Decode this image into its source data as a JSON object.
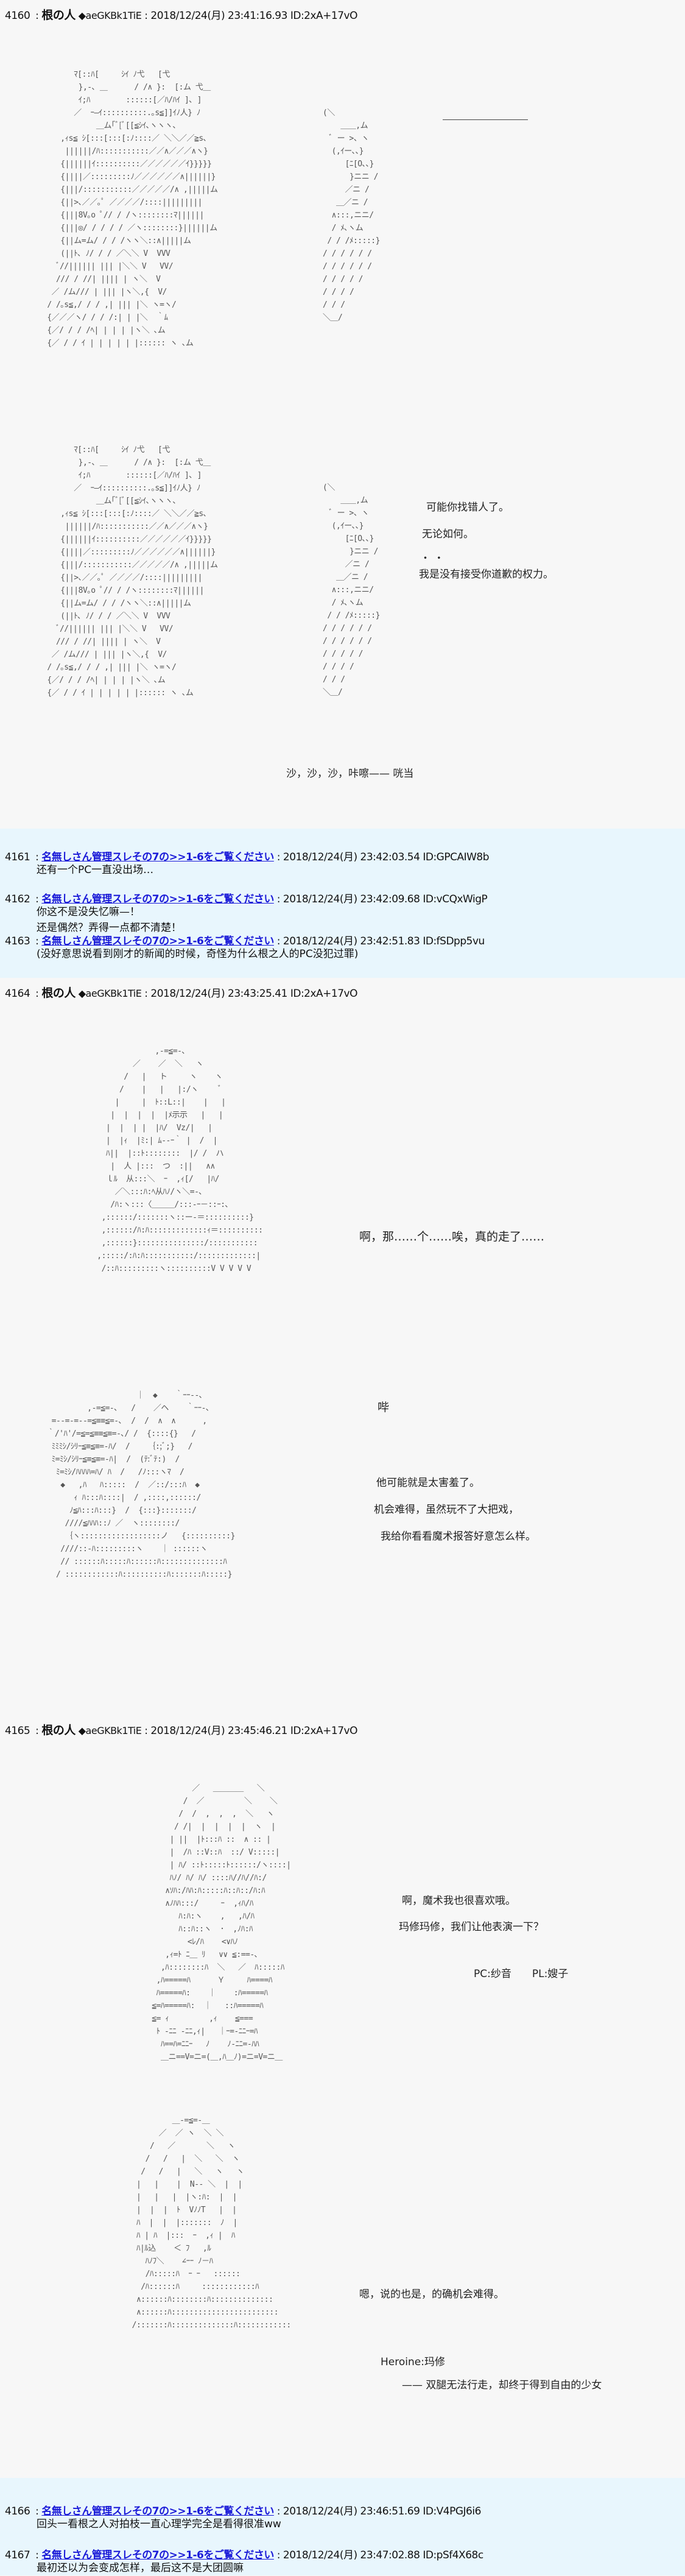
{
  "posts": [
    {
      "number": "4160",
      "author": "根の人",
      "trip": "◆aeGKBk1TiE",
      "datetime": "2018/12/24(月) 23:41:16.93",
      "id": "ID:2xA+17vO",
      "panels": [
        {
          "dialogue": [],
          "decor": "————————"
        },
        {
          "dialogue": [
            "可能你找错人了。",
            "无论如何。",
            "・ ・",
            "我是没有接受你道歉的权力。"
          ]
        },
        {
          "sfx": "沙，沙，沙，咔嚓—— 咣当"
        }
      ]
    },
    {
      "number": "4161",
      "author": "名無しさん管理スレその7の>>1-6をご覧ください",
      "datetime": "2018/12/24(月) 23:42:03.54",
      "id": "ID:GPCAIW8b",
      "lines": [
        "还有一个PC一直没出场…"
      ]
    },
    {
      "number": "4162",
      "author": "名無しさん管理スレその7の>>1-6をご覧ください",
      "datetime": "2018/12/24(月) 23:42:09.68",
      "id": "ID:vCQxWigP",
      "lines": [
        "你这不是没失忆嘛—！",
        "还是偶然？弄得一点都不清楚！"
      ]
    },
    {
      "number": "4163",
      "author": "名無しさん管理スレその7の>>1-6をご覧ください",
      "datetime": "2018/12/24(月) 23:42:51.83",
      "id": "ID:fSDpp5vu",
      "lines": [
        "(没好意思说看到刚才的新闻的时候，奇怪为什么根之人的PC没犯过罪)"
      ]
    },
    {
      "number": "4164",
      "author": "根の人",
      "trip": "◆aeGKBk1TiE",
      "datetime": "2018/12/24(月) 23:43:25.41",
      "id": "ID:2xA+17vO",
      "panels": [
        {
          "dialogue": [
            "啊，那……个……唉，真的走了……"
          ]
        },
        {
          "sfx": "哔",
          "dialogue": [
            "他可能就是太害羞了。",
            "机会难得，虽然玩不了大把戏，",
            "我给你看看魔术报答好意怎么样。"
          ]
        }
      ]
    },
    {
      "number": "4165",
      "author": "根の人",
      "trip": "◆aeGKBk1TiE",
      "datetime": "2018/12/24(月) 23:45:46.21",
      "id": "ID:2xA+17vO",
      "panels": [
        {
          "dialogue": [
            "啊，魔术我也很喜欢哦。",
            "玛修玛修，我们让他表演一下？"
          ],
          "credit": "PC:纱音　　PL:嫂子"
        },
        {
          "dialogue": [
            "嗯，说的也是，的确机会难得。"
          ],
          "credit": "Heroine:玛修",
          "subtitle": "—— 双腿无法行走，却终于得到自由的少女"
        }
      ]
    },
    {
      "number": "4166",
      "author": "名無しさん管理スレその7の>>1-6をご覧ください",
      "datetime": "2018/12/24(月) 23:46:51.69",
      "id": "ID:V4PGJ6i6",
      "lines": [
        "回头一看根之人对拍枝一直心理学完全是看得很准ww"
      ]
    },
    {
      "number": "4167",
      "author": "名無しさん管理スレその7の>>1-6をご覧ください",
      "datetime": "2018/12/24(月) 23:47:02.88",
      "id": "ID:pSf4X68c",
      "lines": [
        "最初还以为会变成怎样，最后这不是大团圆嘛"
      ]
    }
  ],
  "sep": " : ",
  "aa": {
    "a1": "       ﾏ[::ﾊ[     ｼｲ ﾉ弋   [弋\n        },-､ ＿      / /∧ }:  [:ム 弋＿\n        ｲ;ﾊ        ::::::[／ﾊ/ﾊｲ ]､ ]\n       ／  ｰ―ｲ::::::::::.｡s≦]]ｲﾉ人} ﾉ\n            ＿ム｢ﾞ[ﾞ[[≦ｼｲ､ヽヽヽ、\n    ,ｨs≦ ｼ[:::[:::[:ﾉ::::／ ＼＼／／≧s､\n     ||||||/ﾊ:::::::::::／／∧／／／∧ヽ}\n    {||||||ｲ::::::::::／／／／／／ｲ}}}}}\n    {||||／:::::::::ﾉ／／／／／／∧||||||}\n    {|||/:::::::::::／／／／／/∧ ,|||||ム\n    {||>､／／｡ﾟ ／／／／/::::|||||||||\n    {|||8V｡o ﾟ// / /ヽ::::::::ﾏ||||||\n    {|||◎/ / / / / ／ヽ::::::::}||||||ム\n    {||ム=ム/ / / /ヽヽ＼::∧|||||ム\n    (||ﾄ､ ﾉ/ / / ／＼＼ V  VVV\n   ﾞ//|||||| ||| |＼＼ V   VV/\n   /// / //| |||| | ヽ＼  V\n  ／ /ム/// | ||| |ヽ＼,{  V/\n / /｡s≦,/ / / ,| ||| |＼ ヽ=ヽ/\n {／／／ヽ/ / / /:| | |＼  ｀ﾑ\n {／/ / / /ﾍ| | | | |ヽ＼ ､ム\n {／ / / ｲ | | | | | |:::::: ヽ ､ム",
    "a1r": "(＼\n    ＿＿,ム\n  ﾞ ー >、ヽ\n  (,ｲー､､}\n     [ﾆ[O､､}\n      }ニニ /\n     ／ニ /\n   ＿／ニ /\n  ∧:::,ニニ/\n  / ﾒ､ヽム\n / / /ﾒ:::::}\n/ / / / / /\n/ / / / / /\n/ / / / /\n/ / / /\n/ / /\n＼＿/",
    "a2": "       ﾏ[::ﾊ[     ｼｲ ﾉ弋   [弋\n        },-､ ＿      / /∧ }:  [:ム 弋＿\n        ｲ;ﾊ        ::::::[／ﾊ/ﾊｲ ]､ ]\n       ／  ｰ―ｲ::::::::::.｡s≦]]ｲﾉ人} ﾉ\n            ＿ム｢ﾞ[ﾞ[[≦ｼｲ､ヽヽヽ、\n    ,ｨs≦ ｼ[:::[:::[:ﾉ::::／ ＼＼／／≧s､\n     ||||||/ﾊ:::::::::::／／∧／／／∧ヽ}\n    {||||||ｲ::::::::::／／／／／／ｲ}}}}}\n    {||||／:::::::::ﾉ／／／／／／∧||||||}\n    {|||/:::::::::::／／／／／/∧ ,|||||ム\n    {||>､／／｡ﾟ ／／／／/::::|||||||||\n    {|||8V｡o ﾟ// / /ヽ::::::::ﾏ||||||\n    {||ム=ム/ / / /ヽヽ＼::∧|||||ム\n    (||ﾄ､ ﾉ/ / / ／＼＼ V  VVV\n   ﾞ//|||||| ||| |＼＼ V   VV/\n   /// / //| |||| | ヽ＼  V\n  ／ /ム/// | ||| |ヽ＼,{  V/\n / /｡s≦,/ / / ,| ||| |＼ ヽ=ヽ/\n {／/ / / /ﾍ| | | | |ヽ＼ ､ム\n {／ / / ｲ | | | | | |:::::: ヽ ､ム",
    "a3": "                 ,-=≦=-､\n            ／    ／  ＼   ヽ\n          /   |   ト     ヽ    ヽ\n         /    |   |   |:/ヽ     ﾞ\n        |     |  ﾄ::L::|    |   |\n       |  |  |  |  |ﾒ示示   |   |\n      |  |  | |  |ﾊ/  Vz/|   |\n      |  |ｨ  |ﾐ:| ﾑ--ｰ｀ |  /  |\n      ﾊ||  |::ﾄ::::::::  |/ /  ハ\n       |  人 |:::  つ  :||   ∧∧\n      ｌﾙ  从:::＼  ｰ  ,ｨ[/   |ﾊ/\n        ／＼:::ﾊ:ﾍ从ﾊﾉ/ヽ＼=-､\n       /ﾊ:ヽ:::〈＿＿＿/:::-ｰ－::ｰ:､\n     ,::::::/:::::::ヽ::ー-＝::::::::::}\n     ,::::::/ﾊ:ﾊ:::::::::::::ｨ＝::::::::::\n     ,::::::}:::::::::::::::/:::::::::::\n    ,:::::/:ﾊ:ﾊ:::::::::::/:::::::::::::|\n     /::ﾊ:::::::::ヽ::::::::::V V V V V",
    "a4": "                     ｜  ◆    ｀ｰｰ--､\n          ,-=≦=-､   /    ／ヘ    ｀ｰｰ-､\n  =--=-=--=≦≡≡≦=-､  /  /  ∧  ∧      ,\n ｀/'ﾊ'/=≦=≦≡≡≦≡=-､/ /  {::::{}   /\n  ﾐﾐﾐｼ/ｼﾘｰ≦≡≦≡=-ﾊ/  /    ｛:;ﾞ;}   /\n  ﾐ=ﾐｼ/ｼﾘｰ≦≡≦≡=-ﾊ|  /  (ﾃ:ﾞﾃ:)  /\n   ﾐ=ﾐｼ/ﾊﾊﾊﾊ=ﾊ/ ﾊ  /   /ﾉ:::ヽﾏ  /\n    ◆   ,ﾊ   ﾊ:::::  /  ／::/:::ﾊ  ◆\n       ｨ ﾊ:::ﾊ::::|  / ,::::,::::::/\n      ﾉ≦ﾊ:::ﾊ:::}  /  {:::}:::::::/\n     ////≦ﾊﾊﾊ::ﾉ ／  ヽ::::::::/\n     ｛ヽ::::::::::::::::::ノ   {::::::::::}\n    ////::-ﾊ:::::::::ヽ    ｜ ::::::ヽ\n    // ::::::ﾊ:::::ﾊ::::::ﾊ::::::::::::::ﾊ\n   / ::::::::::::ﾊ::::::::::ﾊ:::::::ﾊ:::::}",
    "a5": "             ／   ＿＿＿＿   ＼\n           /  ／         ＼    ＼\n          /  /  ,  ,  ,  ＼   ヽ\n         / /|  |  |  |  |  ヽ  |\n        | ||  |ﾄ:::ﾊ ::  ∧ :: |\n        |  /ﾊ ::V::ﾊ  ::/ V:::::|\n        | ﾊ/ ::ﾄ:::::ﾄ::::::/ヽ::::|\n        ﾊﾉ/ ﾊ/ ﾊ/ ::::ﾊ//ﾊ//ﾊ:/\n       ∧ｿﾊ:/ﾊﾊ:ﾊ:::::ﾊ::ﾊ::/ﾊ:ﾊ\n       ∧ﾉﾊﾊ:::/     ｰ  ,ｨﾊ/ﾊ\n          ﾊ:ﾊ:ヽ    ,   ,ﾊ/ﾊ\n          ﾊ::ﾊ::ヽ  ･  ,ﾉﾊ:ﾊ\n            <ﾚ/ﾊ    <∨ﾊﾉ\n       ,ｨ=ﾄ ﾆ＿ ﾘ   ∨∨ ≦:==-､\n      ,ﾊ::::::::ﾊ  ＼   ／  ﾊ:::::ﾊ\n     ,ﾊ=====ﾊ      Ｙ     ﾊ====ﾊ\n     ﾊ=====ﾊ:    ｜    :ﾊ=====ﾊ\n    ≦=ﾊ=====ﾊ:  ｜   ::ﾊ=====ﾊ\n    ≦= ｨ         ,ｨ    ≦===\n     ﾄ -ﾆﾆ -ﾆﾆ,ｨ|   ｜ｰ=-ﾆﾆｰ=ﾊ\n      ﾊ==ﾊ=ﾆﾆｰ   ﾉ    ﾉ-ﾆﾆ=-ﾊﾊ\n      ＿ニ==V=ニ=(＿,ﾊ＿ﾉ)=ニ=V=ニ＿",
    "a6": "              ＿-=≦=-＿\n           ／  ／ ヽ  ＼ ＼\n         /   ／       ＼   ヽ\n        /   /   |  ＼   ＼  ヽ\n       /   /   |   ＼   ヽ   ヽ\n      |   |    |  N-- ＼  |  |\n      |   |   |  |ヽ:ﾊ:  |  |\n      |  |  |  ﾄ  VﾉﾉT   |  |\n      ﾊ  |  |  |:::::::  ﾉ  |\n      ﾊ | ﾊ  |:::  ｰ  ,ｨ |  ﾊ\n      ﾊ|ﾙ込    ＜ ﾌ   ,ﾙ\n        ﾊﾉﾌ＼    ∠ｰｰ ﾉ－ﾊ\n        /ﾊ:::::ﾊ  ｰ ｰ   ::::::\n       /ﾊ::::::ﾊ     ::::::::::::ﾊ\n      ∧::::::ﾊ::::::::ﾊ::::::::::::::\n      ∧::::::ﾊ::::::::::::::::::::::::\n     /:::::::ﾊ::::::::::::::ﾊ::::::::::::"
  },
  "colors": {
    "reply_bg": "#e8f6fd",
    "post_bg": "#f7f7f7",
    "link": "#1a1ad8"
  }
}
